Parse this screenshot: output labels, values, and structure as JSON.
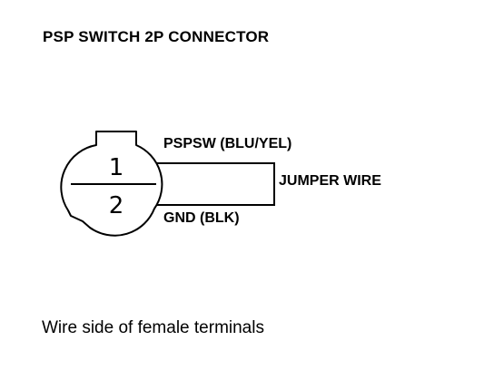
{
  "title": "PSP SWITCH 2P CONNECTOR",
  "connector": {
    "pin_1": "1",
    "pin_2": "2"
  },
  "labels": {
    "pin_1_wire": "PSPSW (BLU/YEL)",
    "pin_2_wire": "GND (BLK)",
    "jumper": "JUMPER WIRE"
  },
  "caption": "Wire side of female terminals",
  "colors": {
    "line": "#000000",
    "background": "#ffffff"
  }
}
